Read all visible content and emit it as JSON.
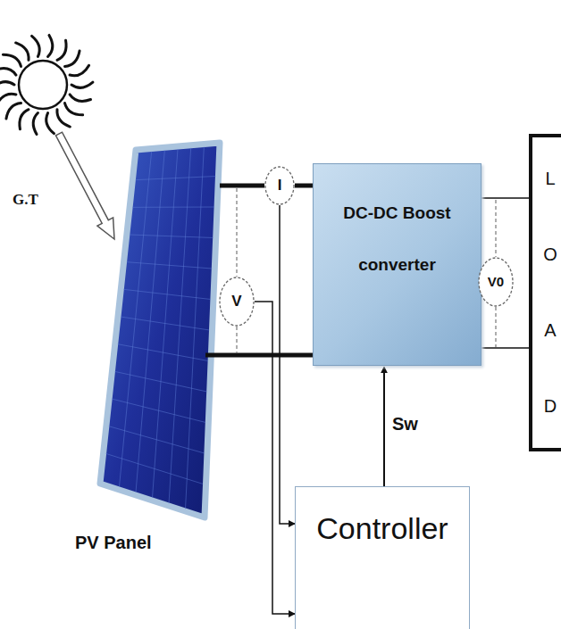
{
  "diagram": {
    "nodes": [
      {
        "text": [
          "I"
        ]
      },
      {
        "text": [
          "V"
        ]
      },
      {
        "text": [
          "DC-DC Boost converter"
        ]
      },
      {
        "text": [
          "V0"
        ]
      },
      {
        "text": [
          "LOAD"
        ]
      },
      {
        "text": [
          "Controller"
        ]
      }
    ],
    "edges": [
      {
        "from": 0,
        "to": 2,
        "arrow": "none"
      },
      {
        "from": 2,
        "to": 4,
        "arrow": "none"
      },
      {
        "from": 5,
        "to": 2,
        "label": "Sw",
        "arrow": "to"
      },
      {
        "from": 0,
        "to": 5,
        "arrow": "to"
      },
      {
        "from": 1,
        "to": 5,
        "arrow": "to"
      }
    ],
    "labels": [
      "G.T",
      "PV Panel"
    ]
  }
}
